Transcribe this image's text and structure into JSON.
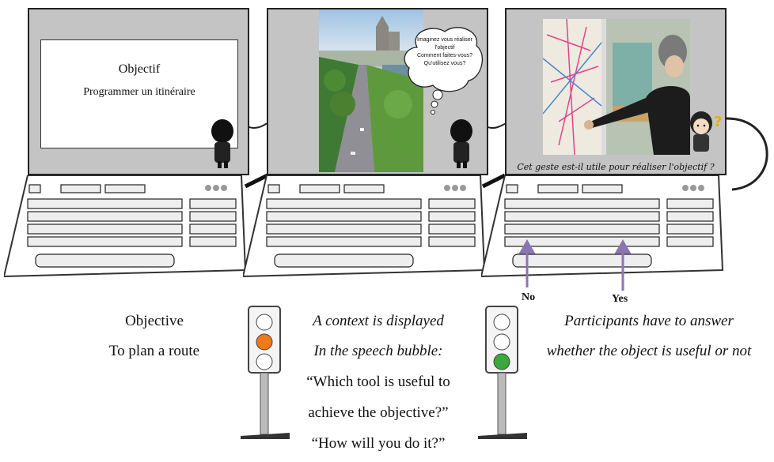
{
  "panel1": {
    "title": "Objectif",
    "subtitle": "Programmer un itinéraire"
  },
  "panel2": {
    "bubble_lines": [
      "Imaginez vous réaliser",
      "l'objectif",
      "Comment faites-vous?",
      "Qu'utilisez vous?"
    ]
  },
  "panel3": {
    "question": "Cet geste est-il utile pour réaliser l'objectif  ?",
    "no_label": "No",
    "yes_label": "Yes"
  },
  "bottom": {
    "objective_heading": "Objective",
    "objective_text": "To plan a route",
    "context_line1": "A context is displayed",
    "context_line2": "In the speech bubble:",
    "quote_line1": "“Which tool is useful to",
    "quote_line2": "achieve the objective?”",
    "quote_line3": "“How will you do it?”",
    "answer_line1": "Participants have to answer",
    "answer_line2": "whether the object is useful or not"
  },
  "traffic_lights": {
    "first": {
      "lit": "orange",
      "color": "#f07a1a"
    },
    "second": {
      "lit": "green",
      "color": "#3aa83a"
    }
  },
  "colors": {
    "screen_bg": "#c4c4c4",
    "arrow": "#8a76b0"
  }
}
